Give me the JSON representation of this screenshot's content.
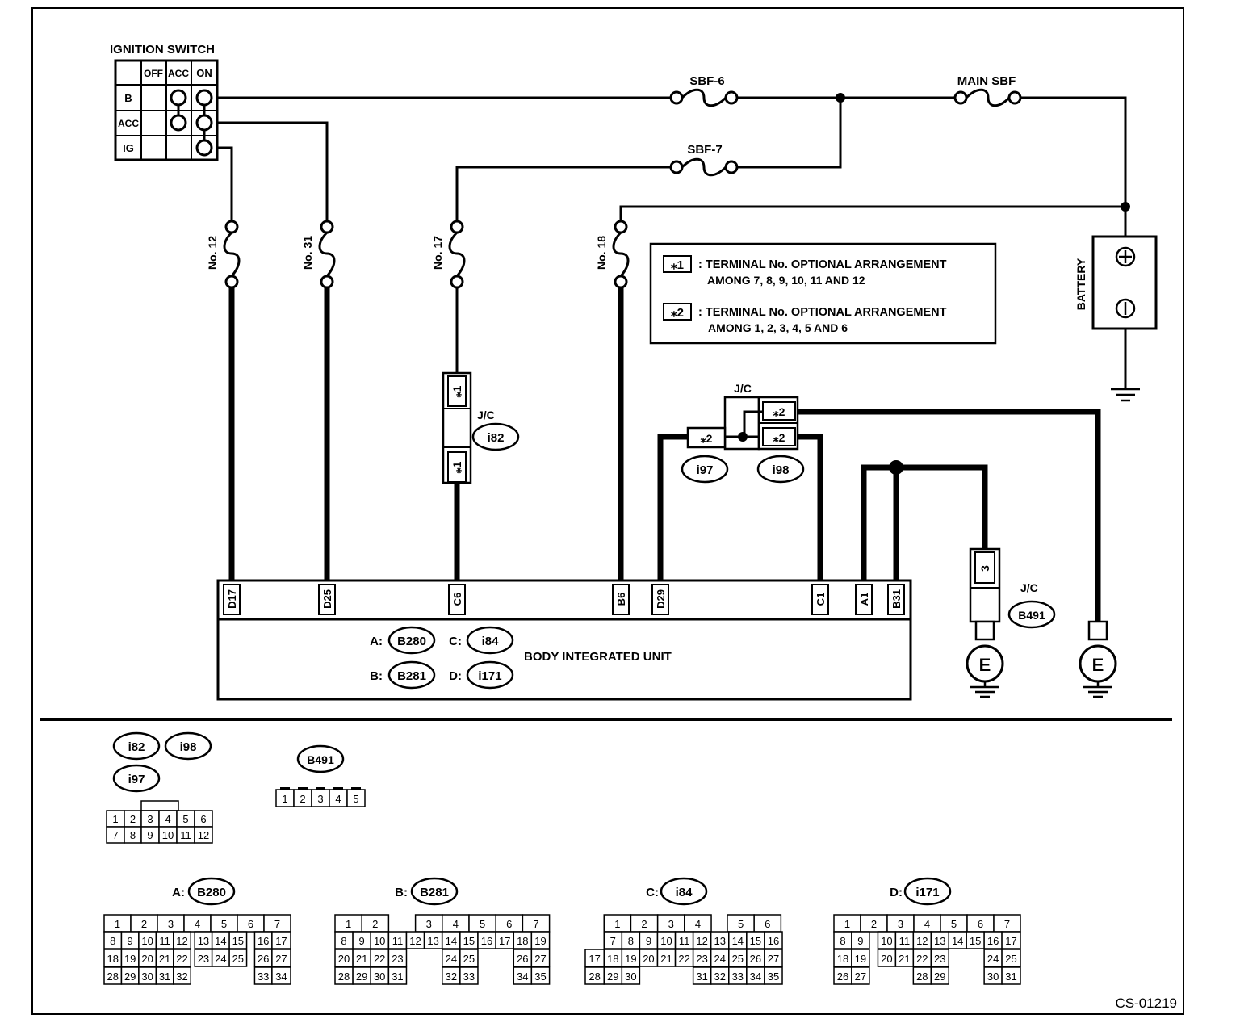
{
  "diagram": {
    "ignition_switch": {
      "title": "IGNITION SWITCH",
      "columns": [
        "OFF",
        "ACC",
        "ON"
      ],
      "rows": [
        "B",
        "ACC",
        "IG"
      ]
    },
    "fuses": {
      "sbf6": "SBF-6",
      "sbf7": "SBF-7",
      "main_sbf": "MAIN SBF",
      "no12": "No. 12",
      "no31": "No. 31",
      "no17": "No. 17",
      "no18": "No. 18"
    },
    "battery": "BATTERY",
    "legend": {
      "mark1": "⁎1",
      "line1a": ": TERMINAL No. OPTIONAL ARRANGEMENT",
      "line1b": "AMONG 7, 8, 9, 10, 11 AND 12",
      "mark2": "⁎2",
      "line2a": ": TERMINAL No. OPTIONAL ARRANGEMENT",
      "line2b": "AMONG 1, 2, 3, 4, 5 AND 6"
    },
    "jc_labels": {
      "jc_i82": "J/C",
      "i82": "i82",
      "jc_top": "J/C",
      "i97": "i97",
      "i98": "i98",
      "jc_b491": "J/C",
      "b491": "B491",
      "pin3": "3"
    },
    "unit": {
      "name": "BODY INTEGRATED UNIT",
      "terminals": [
        "D17",
        "D25",
        "C6",
        "B6",
        "D29",
        "C1",
        "A1",
        "B31"
      ],
      "connectors": [
        {
          "letter": "A:",
          "code": "B280"
        },
        {
          "letter": "C:",
          "code": "i84"
        },
        {
          "letter": "B:",
          "code": "B281"
        },
        {
          "letter": "D:",
          "code": "i171"
        }
      ]
    },
    "ground": "E",
    "figure_code": "CS-01219"
  },
  "connector_views": {
    "i82": "i82",
    "i98": "i98",
    "i97": "i97",
    "jc12_top": [
      "1",
      "2",
      "3",
      "4",
      "5",
      "6"
    ],
    "jc12_bottom": [
      "7",
      "8",
      "9",
      "10",
      "11",
      "12"
    ],
    "b491": "B491",
    "b491_pins": [
      "1",
      "2",
      "3",
      "4",
      "5"
    ],
    "A": {
      "letter": "A:",
      "code": "B280",
      "rows": [
        [
          "1",
          "2",
          "3",
          "4",
          "5",
          "6",
          "7"
        ],
        [
          "8",
          "9",
          "10",
          "11",
          "12",
          "13",
          "14",
          "15",
          "16",
          "17"
        ],
        [
          "18",
          "19",
          "20",
          "21",
          "22",
          "23",
          "24",
          "25",
          "26",
          "27"
        ],
        [
          "28",
          "29",
          "30",
          "31",
          "32",
          "33",
          "34"
        ]
      ]
    },
    "B": {
      "letter": "B:",
      "code": "B281",
      "rows": [
        [
          "1",
          "2",
          "3",
          "4",
          "5",
          "6",
          "7"
        ],
        [
          "8",
          "9",
          "10",
          "11",
          "12",
          "13",
          "14",
          "15",
          "16",
          "17",
          "18",
          "19"
        ],
        [
          "20",
          "21",
          "22",
          "23",
          "24",
          "25",
          "26",
          "27"
        ],
        [
          "28",
          "29",
          "30",
          "31",
          "32",
          "33",
          "34",
          "35"
        ]
      ]
    },
    "C": {
      "letter": "C:",
      "code": "i84",
      "rows": [
        [
          "1",
          "2",
          "3",
          "4",
          "5",
          "6"
        ],
        [
          "7",
          "8",
          "9",
          "10",
          "11",
          "12",
          "13",
          "14",
          "15",
          "16"
        ],
        [
          "17",
          "18",
          "19",
          "20",
          "21",
          "22",
          "23",
          "24",
          "25",
          "26",
          "27"
        ],
        [
          "28",
          "29",
          "30",
          "31",
          "32",
          "33",
          "34",
          "35"
        ]
      ]
    },
    "D": {
      "letter": "D:",
      "code": "i171",
      "rows": [
        [
          "1",
          "2",
          "3",
          "4",
          "5",
          "6",
          "7"
        ],
        [
          "8",
          "9",
          "10",
          "11",
          "12",
          "13",
          "14",
          "15",
          "16",
          "17"
        ],
        [
          "18",
          "19",
          "20",
          "21",
          "22",
          "23",
          "24",
          "25"
        ],
        [
          "26",
          "27",
          "28",
          "29",
          "30",
          "31"
        ]
      ]
    }
  }
}
